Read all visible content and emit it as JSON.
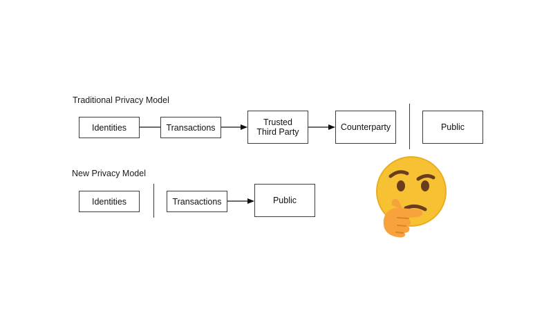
{
  "traditional_model": {
    "title": "Traditional Privacy Model",
    "nodes": [
      "Identities",
      "Transactions",
      "Trusted\nThird Party",
      "Counterparty",
      "Public"
    ]
  },
  "new_model": {
    "title": "New Privacy Model",
    "nodes": [
      "Identities",
      "Transactions",
      "Public"
    ]
  },
  "decoration": {
    "icon": "thinking-face-emoji",
    "colors": {
      "face": "#f6c132",
      "hand": "#f7a23c",
      "features": "#6a3d1c"
    }
  }
}
